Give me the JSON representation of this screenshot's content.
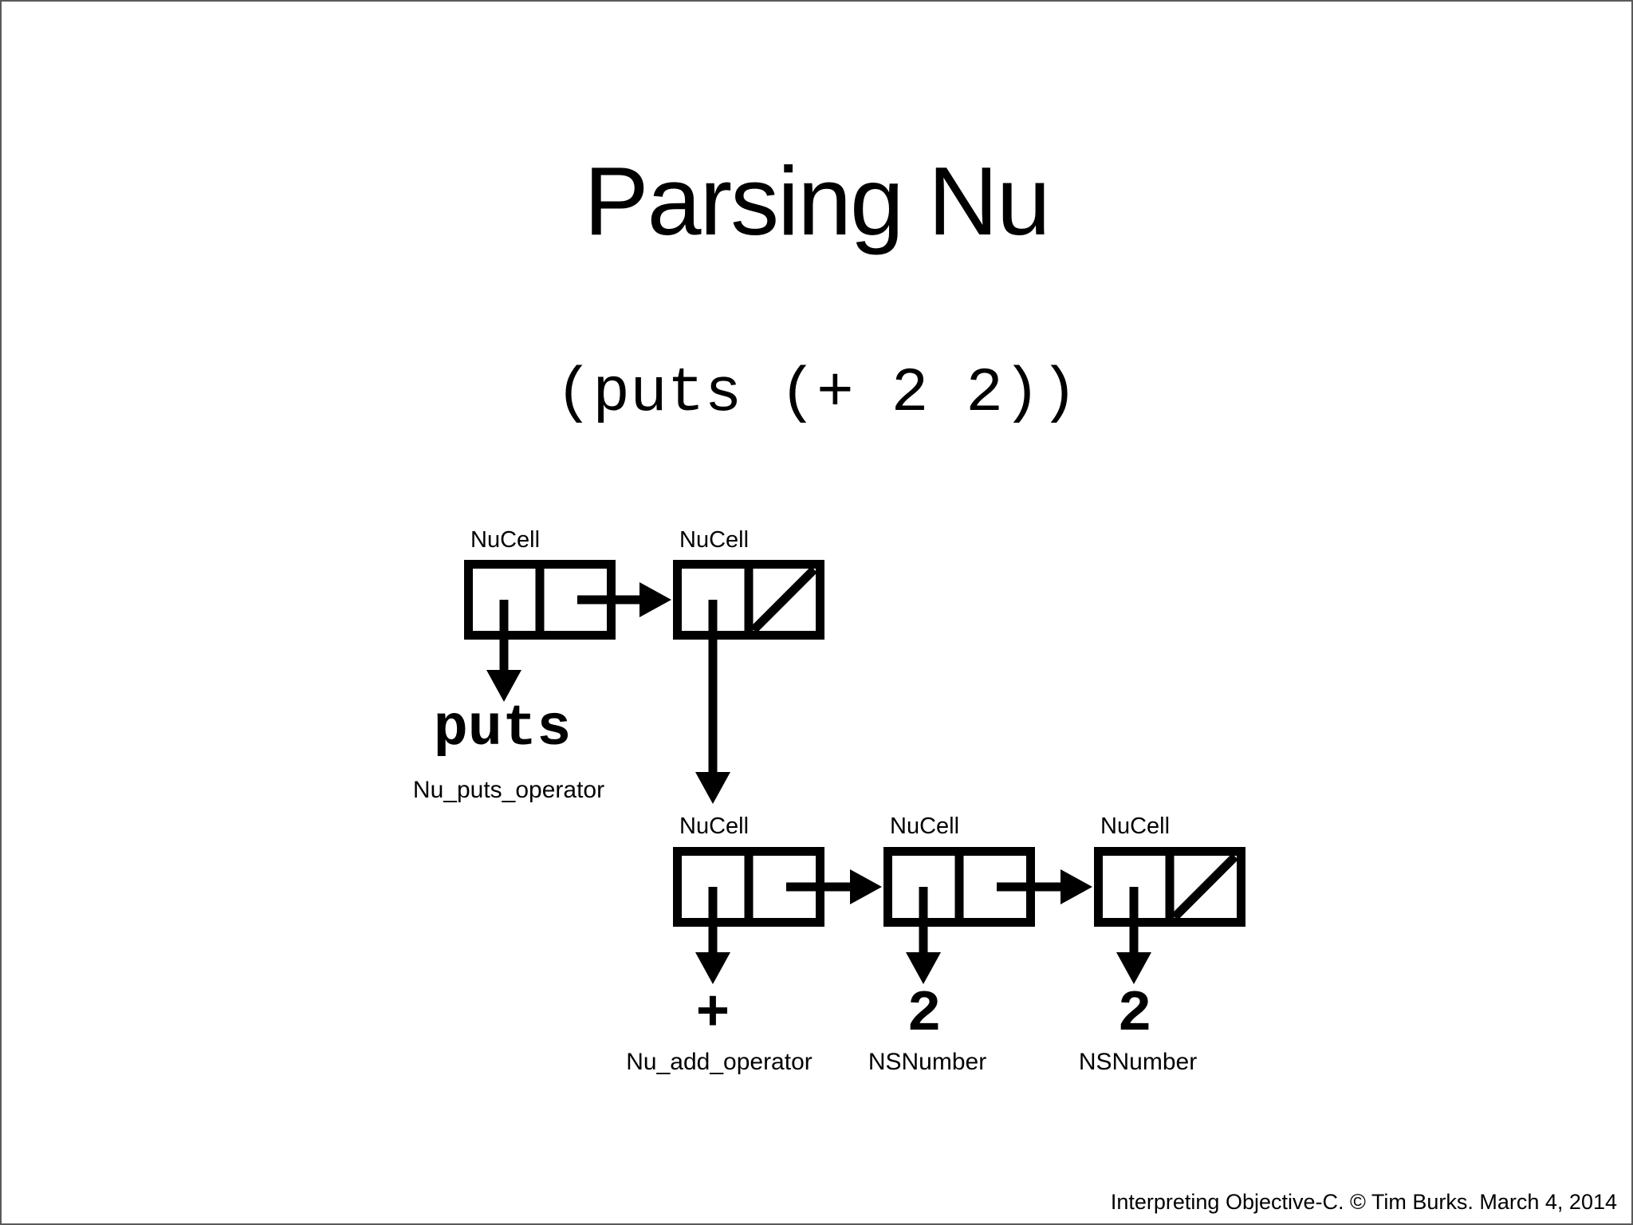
{
  "slide": {
    "title": "Parsing Nu",
    "code": "(puts (+ 2 2))",
    "footer": "Interpreting Objective-C. © Tim Burks. March 4, 2014",
    "colors": {
      "ink": "#000000",
      "background": "#ffffff",
      "frame": "#5a5a5a"
    }
  },
  "diagram": {
    "node_type_label": "NuCell",
    "values": {
      "puts": {
        "symbol": "puts",
        "class_name": "Nu_puts_operator"
      },
      "add": {
        "symbol": "+",
        "class_name": "Nu_add_operator"
      },
      "num1": {
        "symbol": "2",
        "class_name": "NSNumber"
      },
      "num2": {
        "symbol": "2",
        "class_name": "NSNumber"
      }
    }
  }
}
